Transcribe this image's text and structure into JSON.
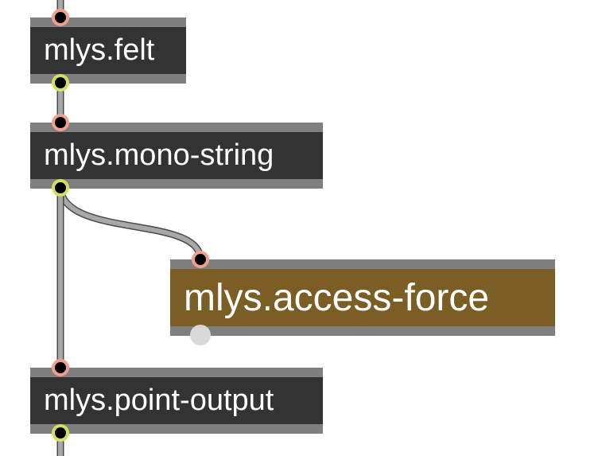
{
  "patcher": {
    "objects": [
      {
        "id": "felt",
        "text": "mlys.felt",
        "style": "object"
      },
      {
        "id": "mono-string",
        "text": "mlys.mono-string",
        "style": "object"
      },
      {
        "id": "access-force",
        "text": "mlys.access-force",
        "style": "abstraction"
      },
      {
        "id": "point-output",
        "text": "mlys.point-output",
        "style": "object"
      }
    ]
  },
  "colors": {
    "canvas": "#ffffff",
    "object_frame": "#7f7f7f",
    "object_body": "#333333",
    "abstraction_body": "#7a5e25",
    "object_text": "#ffffff",
    "patch_cord": "#a8a8a8",
    "patch_cord_outline": "#4a4a4a",
    "inlet_ring": "#f0a090",
    "outlet_ring": "#d6e060",
    "port_center": "#000000",
    "unconnected_outlet": "#d8d8d8"
  }
}
